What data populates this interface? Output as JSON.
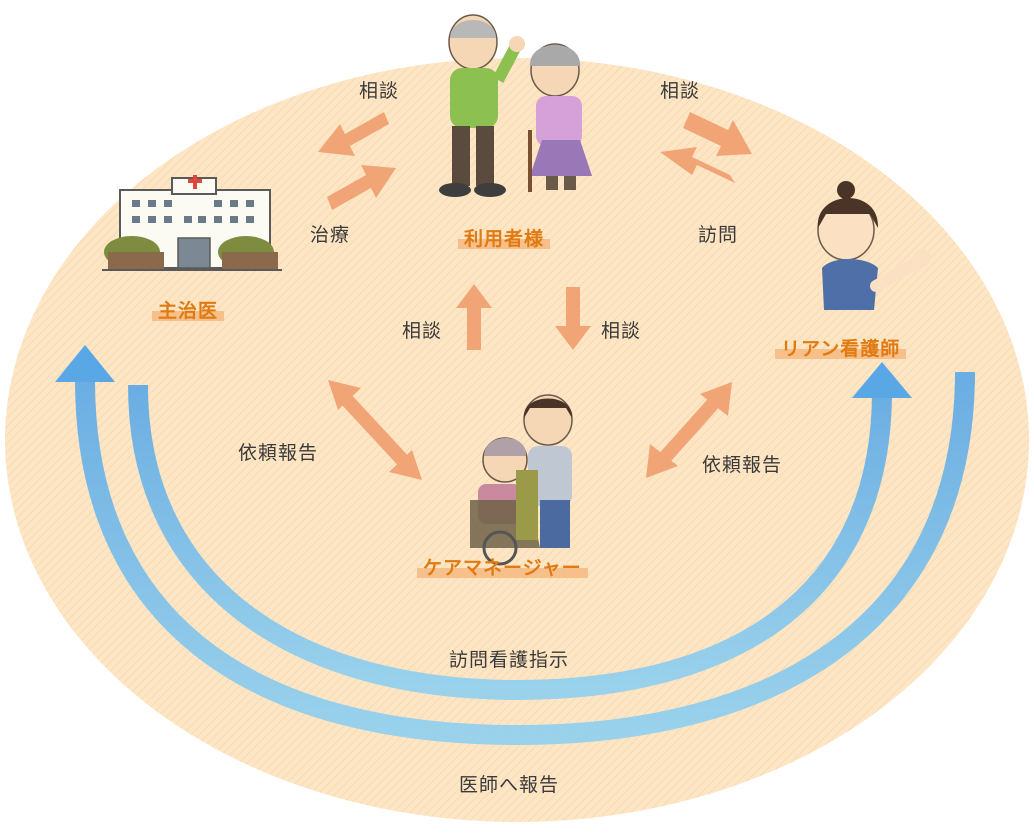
{
  "nodes": {
    "user": "利用者様",
    "doctor": "主治医",
    "nurse": "リアン看護師",
    "care_manager": "ケアマネージャー"
  },
  "edges": {
    "user_to_doctor": "相談",
    "doctor_to_user": "治療",
    "user_to_nurse": "相談",
    "nurse_to_user": "訪問",
    "care_to_user": "相談",
    "user_to_care": "相談",
    "doctor_care": "依頼報告",
    "nurse_care": "依頼報告",
    "instruction": "訪問看護指示",
    "report_to_doctor": "医師へ報告"
  },
  "colors": {
    "background_ellipse": "#fde3bf",
    "arrow": "#f1a577",
    "role_text": "#e07a12",
    "role_highlight": "#f7c08a",
    "blue_arrow": "#6fb5e8"
  }
}
